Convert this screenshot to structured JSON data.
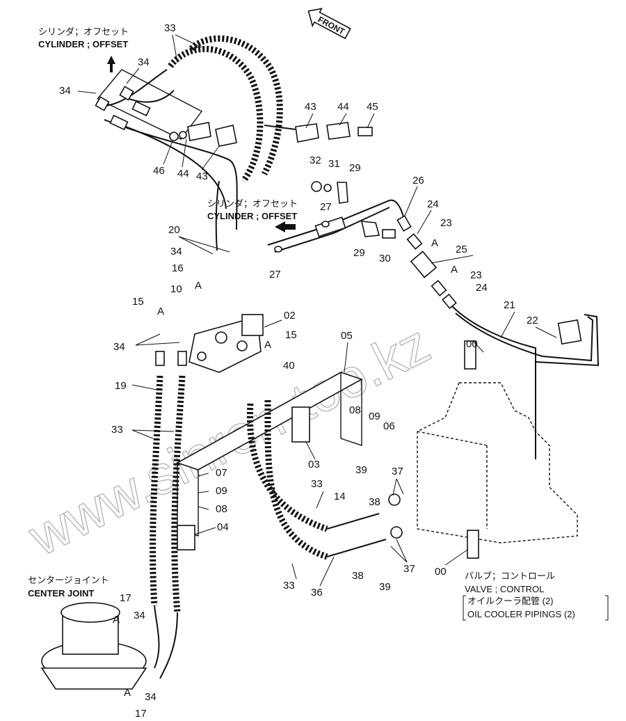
{
  "front_label": "FRONT",
  "captions": {
    "offset_top_jp": "シリンダ；オフセット",
    "offset_top_en": "CYLINDER ; OFFSET",
    "offset_mid_jp": "シリンダ；オフセット",
    "offset_mid_en": "CYLINDER ; OFFSET",
    "center_joint_jp": "センタージョイント",
    "center_joint_en": "CENTER JOINT",
    "valve_jp": "バルブ；コントロール",
    "valve_en": "VALVE ; CONTROL",
    "oil_cooler_jp": "オイルクーラ配管 (2)",
    "oil_cooler_en": "OIL COOLER  PIPINGS (2)"
  },
  "watermark": "www.sinron-too.kz",
  "callouts": {
    "c33a": "33",
    "c34a": "34",
    "c34b": "34",
    "c43a": "43",
    "c44a": "44",
    "c45": "45",
    "c46": "46",
    "c44b": "44",
    "c43b": "43",
    "c32": "32",
    "c31": "31",
    "c29a": "29",
    "c26": "26",
    "c27a": "27",
    "c24a": "24",
    "c23a": "23",
    "cAa": "A",
    "c25": "25",
    "c20": "20",
    "c29b": "29",
    "c30": "30",
    "c27b": "27",
    "c34c": "34",
    "c16": "16",
    "cAb": "A",
    "c23b": "23",
    "cAc": "A",
    "c24b": "24",
    "c10": "10",
    "c21": "21",
    "c15a": "15",
    "cAd": "A",
    "c02": "02",
    "c22": "22",
    "c15b": "15",
    "cAe": "A",
    "c34d": "34",
    "c05": "05",
    "c00a": "00",
    "c40": "40",
    "c19": "19",
    "c08a": "08",
    "c09a": "09",
    "c06": "06",
    "c33b": "33",
    "c03": "03",
    "c07": "07",
    "c09b": "09",
    "c08b": "08",
    "c39a": "39",
    "c37a": "37",
    "c33c": "33",
    "c14": "14",
    "c38a": "38",
    "c04": "04",
    "c33d": "33",
    "c36": "36",
    "c38b": "38",
    "c39b": "39",
    "c37b": "37",
    "c00b": "00",
    "c17a": "17",
    "cAf": "A",
    "c34e": "34",
    "cAg": "A",
    "c34f": "34",
    "c17b": "17"
  }
}
